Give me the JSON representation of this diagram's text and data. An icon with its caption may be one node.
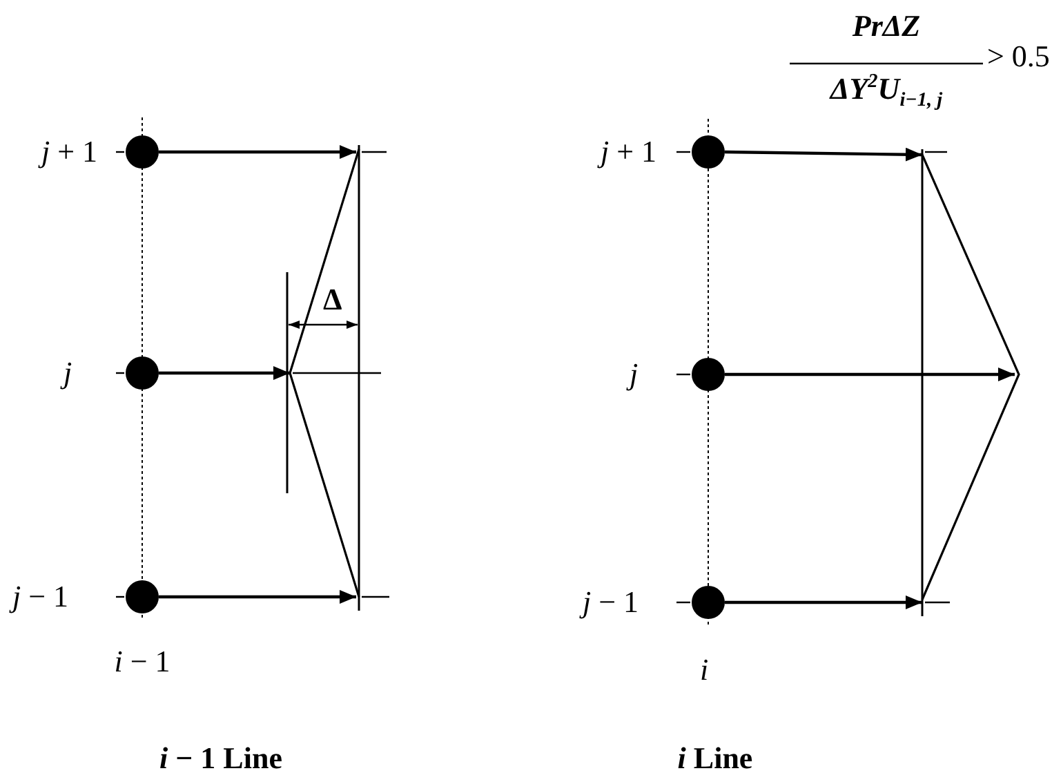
{
  "diagram": {
    "nodes": [
      {
        "text": [],
        "shape": "circle",
        "beside": [
          "*j* + 1"
        ]
      },
      {
        "text": [],
        "shape": "circle",
        "beside": [
          "*j*"
        ]
      },
      {
        "text": [],
        "shape": "circle",
        "beside": [
          "*j* − 1"
        ]
      },
      {
        "text": [],
        "shape": "circle",
        "beside": [
          "*j* + 1"
        ]
      },
      {
        "text": [],
        "shape": "circle",
        "beside": [
          "*j*"
        ]
      },
      {
        "text": [],
        "shape": "circle",
        "beside": [
          "*j* − 1"
        ]
      }
    ],
    "edges": [
      {
        "from": 0,
        "to": null,
        "arrow": "to"
      },
      {
        "from": 1,
        "to": null,
        "arrow": "to"
      },
      {
        "from": 2,
        "to": null,
        "arrow": "to"
      },
      {
        "from": 3,
        "to": null,
        "arrow": "to"
      },
      {
        "from": 4,
        "to": null,
        "arrow": "to"
      },
      {
        "from": 5,
        "to": null,
        "arrow": "to"
      }
    ],
    "labels": [
      "PrΔZ",
      "> 0.5",
      "ΔY$^{2}$U$_{i−1, j}$",
      "Δ",
      "*i* − 1",
      "*i*",
      "*i* − 1 Line",
      "*i* Line"
    ]
  }
}
